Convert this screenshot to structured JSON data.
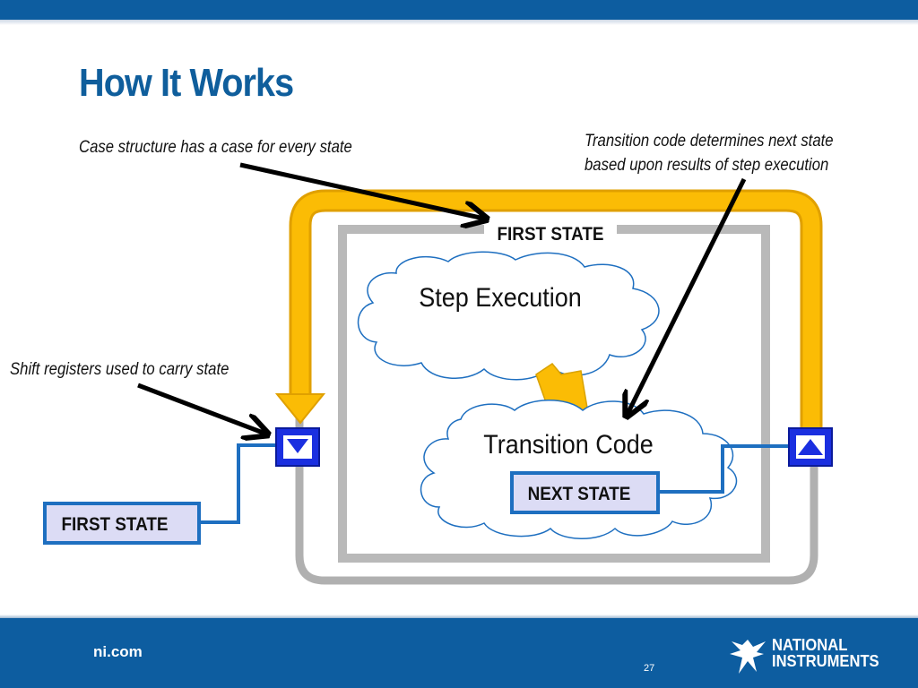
{
  "slide": {
    "title": "How It Works",
    "page_number": "27"
  },
  "annotations": {
    "case_structure": "Case structure has a case for every state",
    "transition_line1": "Transition code determines next state",
    "transition_line2": "based upon results of step execution",
    "shift_registers": "Shift registers used to carry state"
  },
  "diagram": {
    "case_label": "FIRST STATE",
    "step_execution": "Step Execution",
    "transition_code": "Transition Code",
    "next_state_constant": "NEXT STATE",
    "initial_state_constant": "FIRST STATE"
  },
  "footer": {
    "site": "ni.com",
    "logo_line1": "NATIONAL",
    "logo_line2": "INSTRUMENTS"
  },
  "colors": {
    "brand_blue": "#0d5da0",
    "shift_register_wire": "#fbbc05",
    "loop_gray": "#b0b0b0",
    "enum_fill": "#dcdcf5"
  }
}
